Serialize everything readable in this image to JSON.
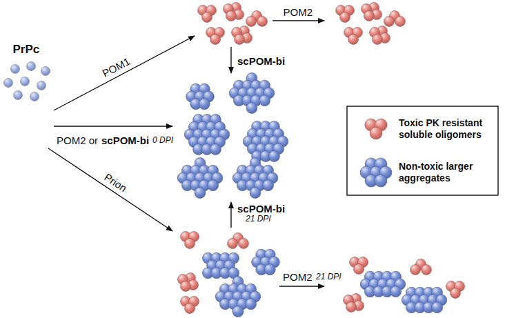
{
  "diagram": {
    "labels": [
      "PrPc",
      "POM1",
      "POM2",
      "scPOM-bi",
      "POM2 or",
      "scPOM-bi",
      "0 DPI",
      "Prion",
      "scPOM-bi",
      "21 DPI",
      "POM2",
      "21 DPI"
    ],
    "legend": [
      {
        "text": "Toxic PK resistant soluble oligomers",
        "color": "#e8837b"
      },
      {
        "text": "Non-toxic larger aggregates",
        "color": "#7690d8"
      }
    ]
  }
}
